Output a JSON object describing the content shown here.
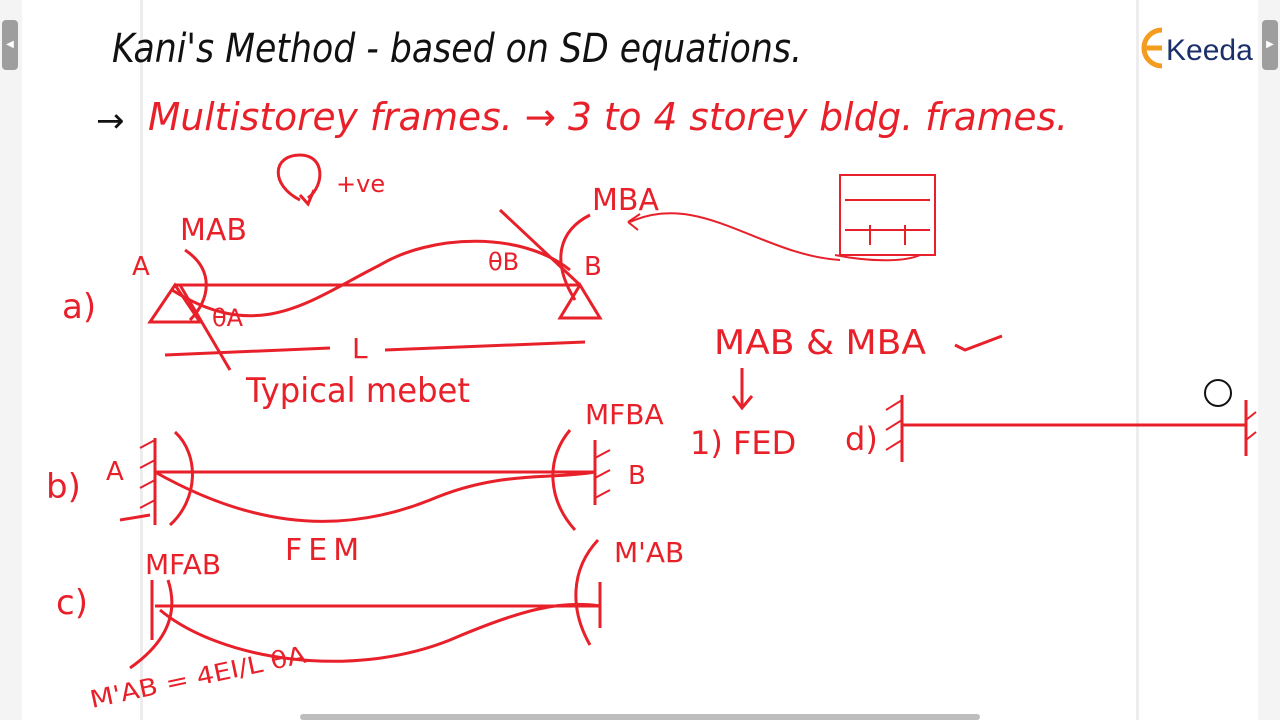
{
  "title": "Kani's Method - based on SD equations.",
  "subtitle": "Multistorey frames. → 3 to 4 storey bldg. frames.",
  "arrow_prefix": "→",
  "logo": {
    "text": "Keeda",
    "icon": "e-logo-icon"
  },
  "sign_convention": "+ve",
  "diagram_a": {
    "label": "a)",
    "node_a": "A",
    "node_b": "B",
    "moment_ab": "MAB",
    "moment_ba": "MBA",
    "theta_a": "θA",
    "theta_b": "θB",
    "length": "L",
    "caption": "Typical mebet"
  },
  "diagram_b": {
    "label": "b)",
    "node_a": "A",
    "node_b": "B",
    "moment_fab": "MFAB",
    "moment_fba": "MFBA",
    "caption": "FEM"
  },
  "diagram_c": {
    "label": "c)",
    "moment_ab_prime": "M'AB",
    "formula": "M'AB = 4EI/L θA"
  },
  "notes": {
    "moments": "MAB & MBA",
    "item1": "1) FED",
    "item_d": "d)"
  },
  "colors": {
    "ink_black": "#111111",
    "ink_red": "#e8202a",
    "logo_orange": "#f39c1f",
    "logo_blue": "#1b2f6b"
  }
}
